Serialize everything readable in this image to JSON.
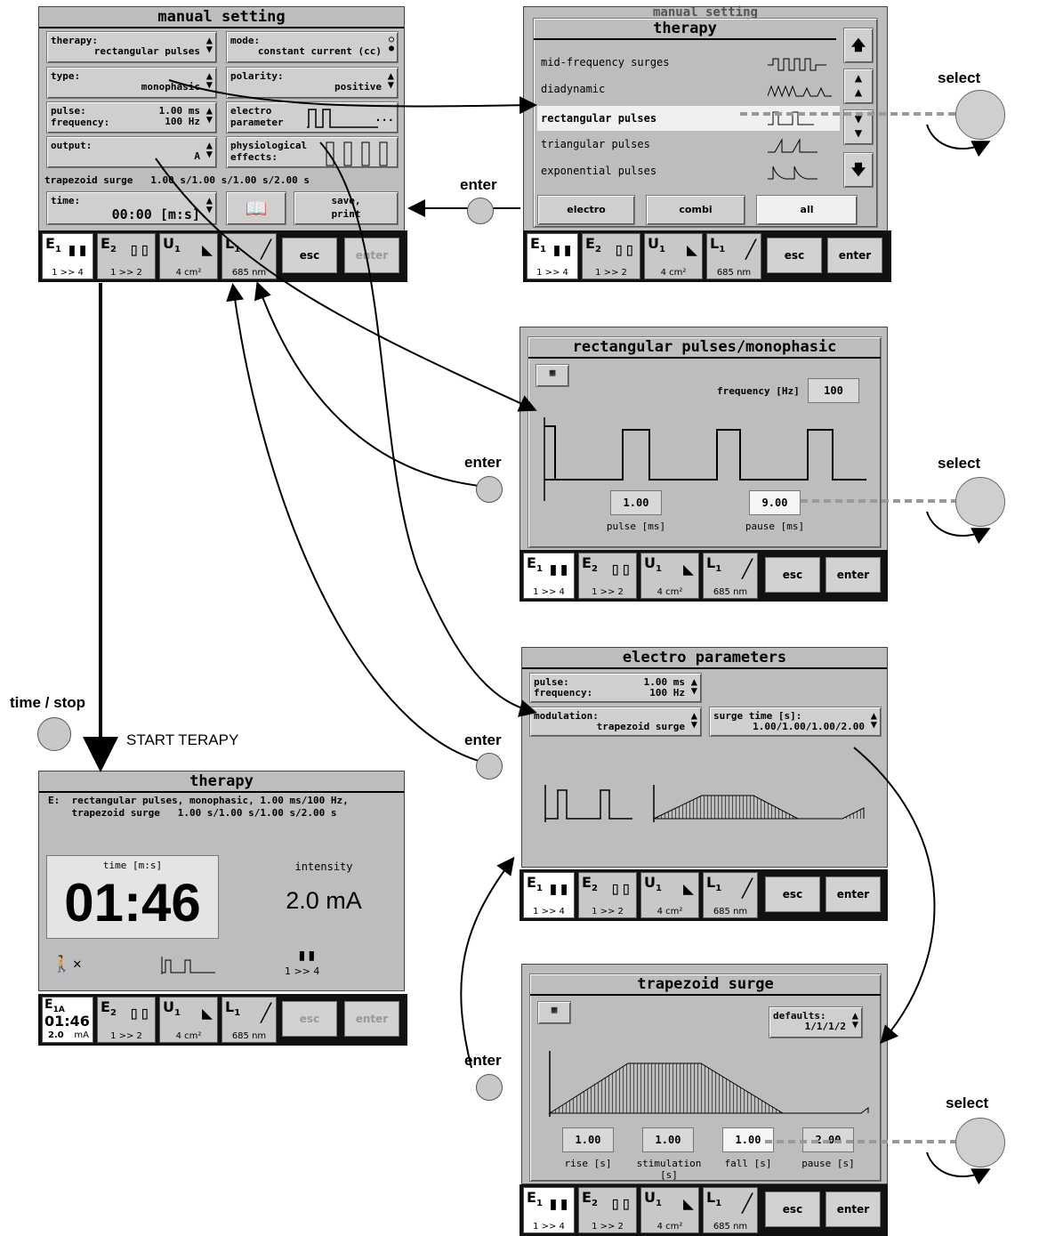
{
  "labels": {
    "select": "select",
    "enter": "enter",
    "time_stop": "time / stop",
    "start": "START TERAPY"
  },
  "bar": {
    "e1": "E",
    "e1_sub": "1",
    "e1_ch": "1 >> 4",
    "e2": "E",
    "e2_sub": "2",
    "e2_ch": "1 >> 2",
    "u1": "U",
    "u1_sub": "1",
    "u1_area": "4 cm²",
    "l1": "L",
    "l1_sub": "1",
    "l1_nm": "685 nm",
    "esc": "esc",
    "enter": "enter"
  },
  "therapy_bar": {
    "label": "E",
    "sub": "1A",
    "time": "01:46",
    "intensity": "2.0",
    "unit": "mA"
  },
  "manual": {
    "title": "manual setting",
    "therapy_label": "therapy:",
    "therapy_value": "rectangular pulses",
    "mode_label": "mode:",
    "mode_value": "constant current (cc)",
    "type_label": "type:",
    "type_value": "monophasic",
    "polarity_label": "polarity:",
    "polarity_value": "positive",
    "pulse_label": "pulse:",
    "pulse_value": "1.00 ms",
    "freq_label": "frequency:",
    "freq_value": "100 Hz",
    "electro_label1": "electro",
    "electro_label2": "parameter",
    "electro_more": "...",
    "output_label": "output:",
    "output_value": "A",
    "phys_label1": "physiological",
    "phys_label2": "effects:",
    "surge_line": "trapezoid surge   1.00 s/1.00 s/1.00 s/2.00 s",
    "time_label": "time:",
    "time_value": "00:00 [m:s]",
    "save_label1": "save,",
    "save_label2": "print"
  },
  "therapy_list": {
    "bg_title": "manual setting",
    "title": "therapy",
    "items": [
      "mid-frequency surges",
      "diadynamic",
      "rectangular pulses",
      "triangular pulses",
      "exponential pulses"
    ],
    "tabs": [
      "electro",
      "combi",
      "all"
    ]
  },
  "rect": {
    "title": "rectangular pulses/monophasic",
    "freq_label": "frequency [Hz]",
    "freq_value": "100",
    "pulse_value": "1.00",
    "pulse_label": "pulse [ms]",
    "pause_value": "9.00",
    "pause_label": "pause [ms]"
  },
  "electro": {
    "title": "electro parameters",
    "pulse_label": "pulse:",
    "pulse_value": "1.00 ms",
    "freq_label": "frequency:",
    "freq_value": "100 Hz",
    "mod_label": "modulation:",
    "mod_value": "trapezoid surge",
    "surge_label": "surge time [s]:",
    "surge_value": "1.00/1.00/1.00/2.00"
  },
  "trap": {
    "title": "trapezoid surge",
    "defaults_label": "defaults:",
    "defaults_value": "1/1/1/2",
    "values": [
      "1.00",
      "1.00",
      "1.00",
      "2.00"
    ],
    "captions": [
      "rise [s]",
      "stimulation [s]",
      "fall [s]",
      "pause [s]"
    ]
  },
  "run": {
    "title": "therapy",
    "line1": "E:  rectangular pulses, monophasic, 1.00 ms/100 Hz,",
    "line2": "    trapezoid surge   1.00 s/1.00 s/1.00 s/2.00 s",
    "time_label": "time [m:s]",
    "time_value": "01:46",
    "intensity_label": "intensity",
    "intensity_value": "2.0 mA",
    "channels": "1 >> 4"
  }
}
